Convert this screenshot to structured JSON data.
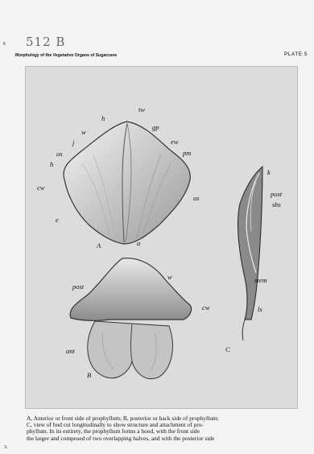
{
  "page": {
    "margin_number_top": "6",
    "handwritten_mark": "512 B",
    "running_head": "Morphology of the Vegetative Organs of Sugarcane",
    "plate_label": "PLATE 5",
    "bottom_margin_mark": "3."
  },
  "figure": {
    "labels_a": [
      "tw",
      "h",
      "gp",
      "w",
      "ew",
      "j",
      "pm",
      "os",
      "h",
      "cw",
      "us",
      "e",
      "A",
      "a"
    ],
    "labels_b": [
      "post",
      "w",
      "cw",
      "ant",
      "B"
    ],
    "labels_c": [
      "k",
      "post",
      "sbs",
      "stem",
      "ls",
      "C"
    ]
  },
  "caption": {
    "lines": [
      "A, Anterior or front side of prophyllum; B, posterior or back side of prophyllum;",
      "C, view of bud cut longitudinally to show structure and attachment of pro-",
      "phyllum.  In its entirety, the prophyllum forms a hood, with the front side",
      "the larger and composed of two overlapping halves, and with the posterior side"
    ]
  }
}
